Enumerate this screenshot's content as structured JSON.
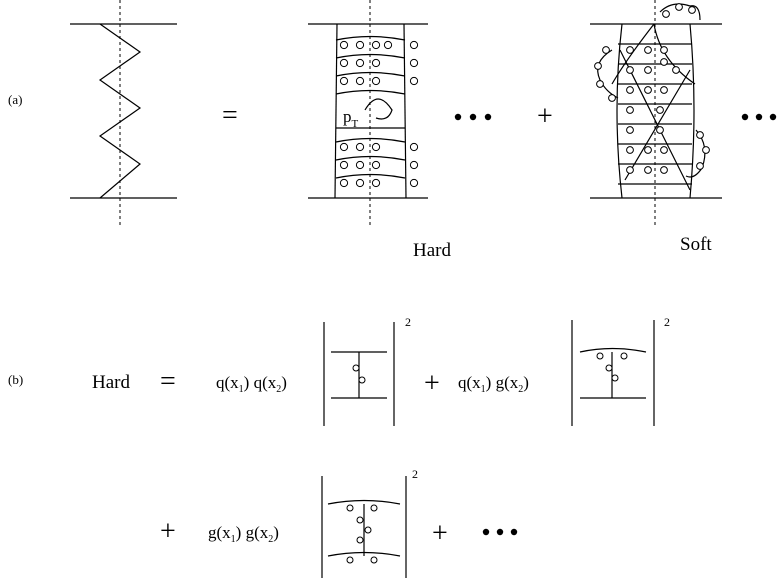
{
  "panel_a": {
    "label": "(a)",
    "equals": "=",
    "plus": "+",
    "pt_main": "p",
    "pt_sub": "T",
    "hard_label": "Hard",
    "soft_label": "Soft"
  },
  "panel_b": {
    "label": "(b)",
    "hard": "Hard",
    "equals": "=",
    "plus": "+",
    "exponent": "2",
    "term1": {
      "f1": "q(x",
      "s1": "1",
      "mid": ") q(x",
      "s2": "2",
      "end": ")"
    },
    "term2": {
      "f1": "q(x",
      "s1": "1",
      "mid": ") g(x",
      "s2": "2",
      "end": ")"
    },
    "term3": {
      "f1": "g(x",
      "s1": "1",
      "mid": ") g(x",
      "s2": "2",
      "end": ")"
    }
  }
}
